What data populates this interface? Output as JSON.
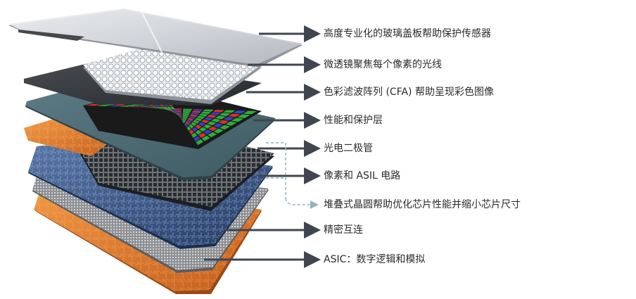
{
  "labels": [
    "高度专业化的玻璃盖板帮助保护传感器",
    "微透镜聚焦每个像素的光线",
    "色彩滤波阵列 (CFA) 帮助呈现彩色图像",
    "性能和保护层",
    "光电二极管",
    "像素和 ASIL 电路",
    "堆叠式晶圆帮助优化芯片性能并缩小芯片尺寸",
    "精密互连",
    "ASIC：数字逻辑和模拟"
  ],
  "colors": {
    "arrow": "#3f4650",
    "bracket": "#8fb4bf",
    "cfa_red": "#d8322e",
    "cfa_green": "#2fae3c",
    "cfa_blue": "#3a3fc4",
    "protection_layer": "#4d6a73",
    "copper": "#e07a2c",
    "glass": "#c9ced4"
  }
}
